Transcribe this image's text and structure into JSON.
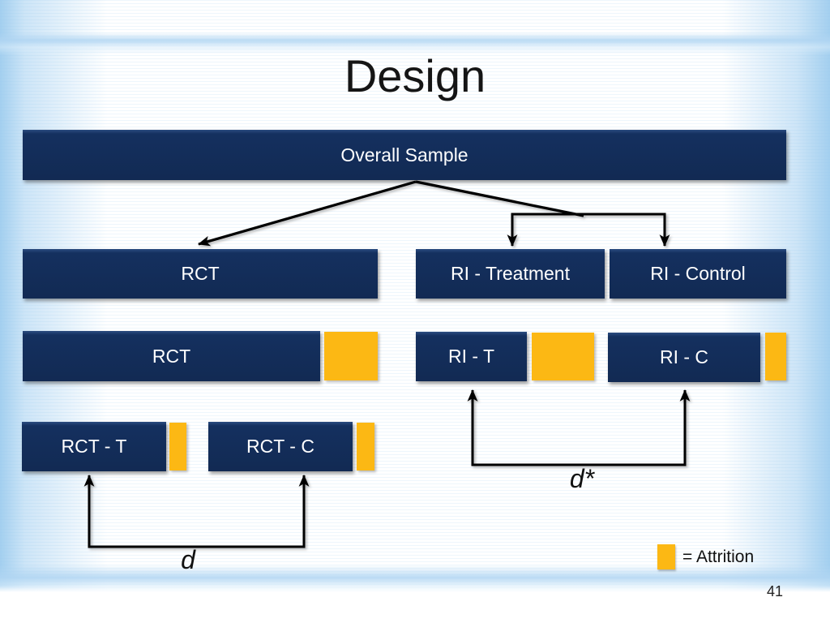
{
  "slide": {
    "title": "Design",
    "page_number": "41"
  },
  "colors": {
    "navy": "#14305F",
    "gold": "#FCB814",
    "arrow": "#000000",
    "background_blue": "#A3CFEF"
  },
  "boxes": {
    "overall_sample": "Overall Sample",
    "rct_row2": "RCT",
    "ri_treatment": "RI - Treatment",
    "ri_control": "RI - Control",
    "rct_row3": "RCT",
    "ri_t": "RI - T",
    "ri_c": "RI - C",
    "rct_t": "RCT - T",
    "rct_c": "RCT - C"
  },
  "labels": {
    "d": "d",
    "d_star": "d*"
  },
  "legend": {
    "text": "= Attrition"
  }
}
